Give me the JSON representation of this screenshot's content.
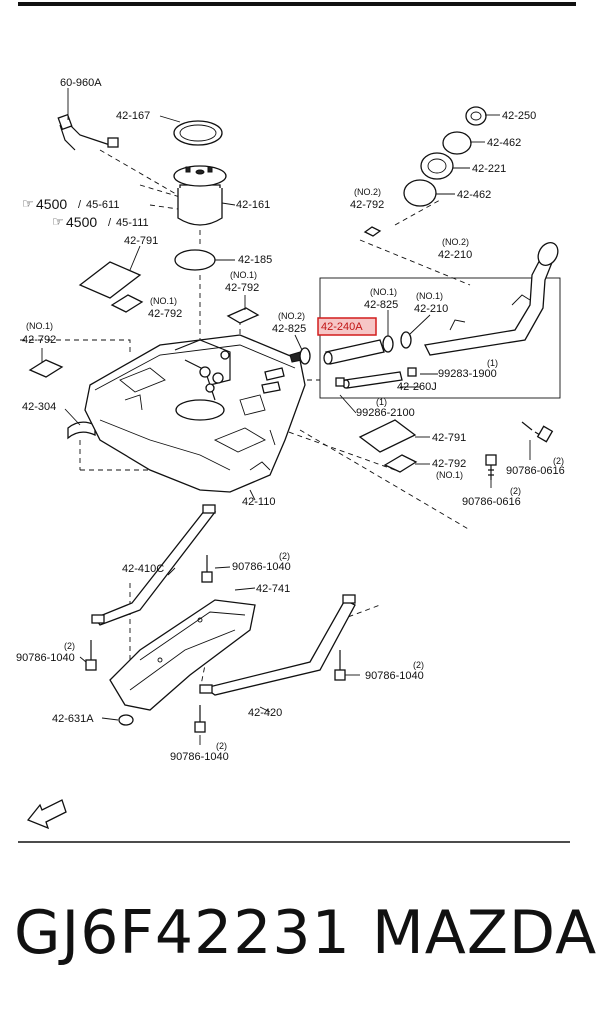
{
  "diagram": {
    "callouts": {
      "c_60960A": "60-960A",
      "c_42167": "42-167",
      "c_4500a": "4500",
      "c_45611": "45-611",
      "c_4500b": "4500",
      "c_45111": "45-111",
      "c_42161": "42-161",
      "c_42791a": "42-791",
      "c_42185": "42-185",
      "c_42792a_no": "(NO.1)",
      "c_42792a": "42-792",
      "c_42792b_no": "(NO.1)",
      "c_42792b": "42-792",
      "c_42792c_no": "(NO.1)",
      "c_42792c": "42-792",
      "c_42304": "42-304",
      "c_42825a_no": "(NO.2)",
      "c_42825a": "42-825",
      "c_42240A": "42-240A",
      "c_42825b_no": "(NO.1)",
      "c_42825b": "42-825",
      "c_42210a_no": "(NO.1)",
      "c_42210a": "42-210",
      "c_99283_no": "(1)",
      "c_99283": "99283-1900",
      "c_42260J": "42-260J",
      "c_99286_no": "(1)",
      "c_99286": "99286-2100",
      "c_42250": "42-250",
      "c_42462a": "42-462",
      "c_42221": "42-221",
      "c_42462b": "42-462",
      "c_42792d_no": "(NO.2)",
      "c_42792d": "42-792",
      "c_42210b_no": "(NO.2)",
      "c_42210b": "42-210",
      "c_42791b": "42-791",
      "c_42792e": "42-792",
      "c_42792e_no": "(NO.1)",
      "c_90786a_no": "(2)",
      "c_90786a": "90786-0616",
      "c_90786b_no": "(2)",
      "c_90786b": "90786-0616",
      "c_42110": "42-110",
      "c_42410C": "42-410C",
      "c_90786c_no": "(2)",
      "c_90786c": "90786-1040",
      "c_42741": "42-741",
      "c_90786d_no": "(2)",
      "c_90786d": "90786-1040",
      "c_90786e_no": "(2)",
      "c_90786e": "90786-1040",
      "c_42420": "42-420",
      "c_42631A": "42-631A",
      "c_90786f_no": "(2)",
      "c_90786f": "90786-1040",
      "fwd": "FWD"
    },
    "highlight_color": "#d21d1d"
  },
  "footer": {
    "part_number": "GJ6F42231",
    "brand": "MAZDA"
  }
}
